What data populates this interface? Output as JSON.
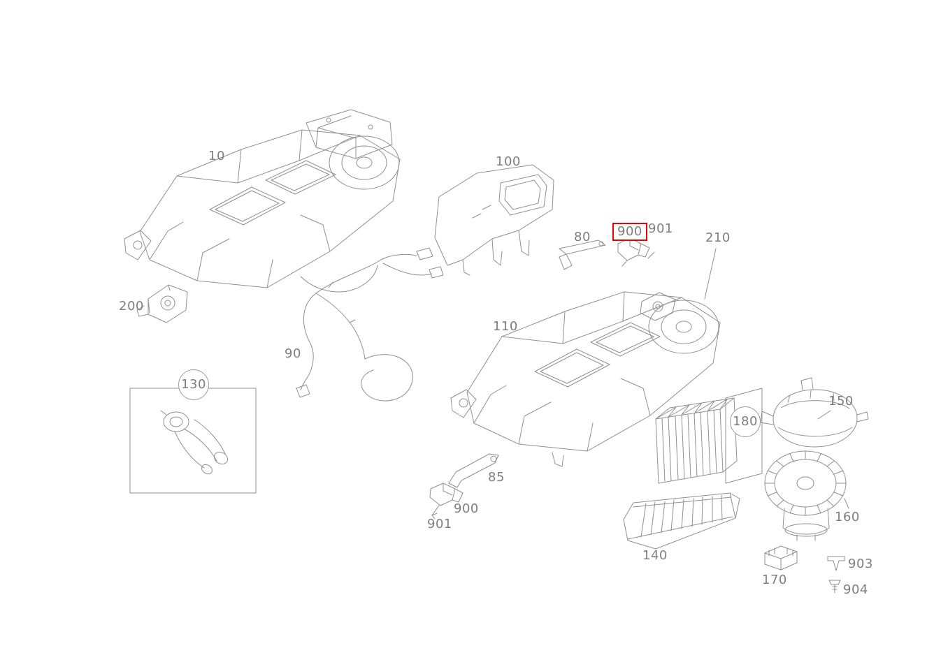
{
  "diagram": {
    "type": "exploded-parts-diagram",
    "colors": {
      "line": "#8f8f8f",
      "label": "#7e7e7e",
      "highlight": "#ee0000",
      "background": "#ffffff"
    },
    "labels": [
      {
        "text": "10"
      },
      {
        "text": "100"
      },
      {
        "text": "80"
      },
      {
        "text": "900",
        "highlighted": true
      },
      {
        "text": "901"
      },
      {
        "text": "210"
      },
      {
        "text": "200"
      },
      {
        "text": "110"
      },
      {
        "text": "90"
      },
      {
        "text": "130",
        "circled": true
      },
      {
        "text": "150"
      },
      {
        "text": "180",
        "circled": true
      },
      {
        "text": "85"
      },
      {
        "text": "900"
      },
      {
        "text": "901"
      },
      {
        "text": "140"
      },
      {
        "text": "160"
      },
      {
        "text": "170"
      },
      {
        "text": "903"
      },
      {
        "text": "904"
      }
    ]
  }
}
